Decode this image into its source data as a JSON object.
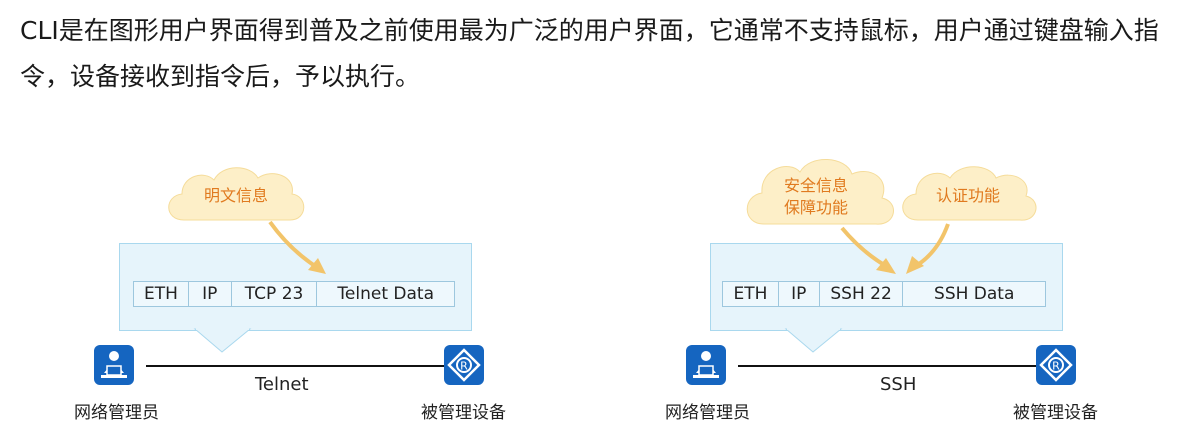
{
  "intro_text": "CLI是在图形用户界面得到普及之前使用最为广泛的用户界面，它通常不支持鼠标，用户通过键盘输入指令，设备接收到指令后，予以执行。",
  "telnet": {
    "cloud_label": "明文信息",
    "headers": [
      "ETH",
      "IP",
      "TCP 23",
      "Telnet Data"
    ],
    "link_label": "Telnet",
    "left_device": "网络管理员",
    "right_device": "被管理设备"
  },
  "ssh": {
    "cloud_left_line1": "安全信息",
    "cloud_left_line2": "保障功能",
    "cloud_right_label": "认证功能",
    "headers": [
      "ETH",
      "IP",
      "SSH 22",
      "SSH Data"
    ],
    "link_label": "SSH",
    "left_device": "网络管理员",
    "right_device": "被管理设备"
  },
  "colors": {
    "callout_fill": "#e6f4fb",
    "callout_border": "#a9d8ee",
    "cloud_fill": "#fdefc8",
    "cloud_text": "#e07a1f",
    "arrow": "#f2c46a",
    "device_icon": "#1565c0"
  },
  "icons": {
    "admin": "admin-terminal-icon",
    "router": "router-icon"
  }
}
